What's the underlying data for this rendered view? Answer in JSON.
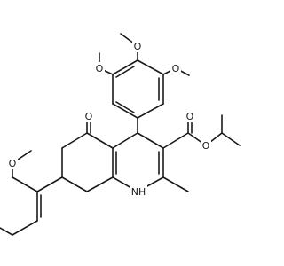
{
  "structure": {
    "atoms": [
      {
        "symbol": "O"
      },
      {
        "symbol": "O"
      },
      {
        "symbol": "O"
      },
      {
        "symbol": "O"
      },
      {
        "symbol": "O"
      },
      {
        "symbol": "O"
      },
      {
        "symbol": "O"
      },
      {
        "symbol": "NH"
      }
    ]
  }
}
